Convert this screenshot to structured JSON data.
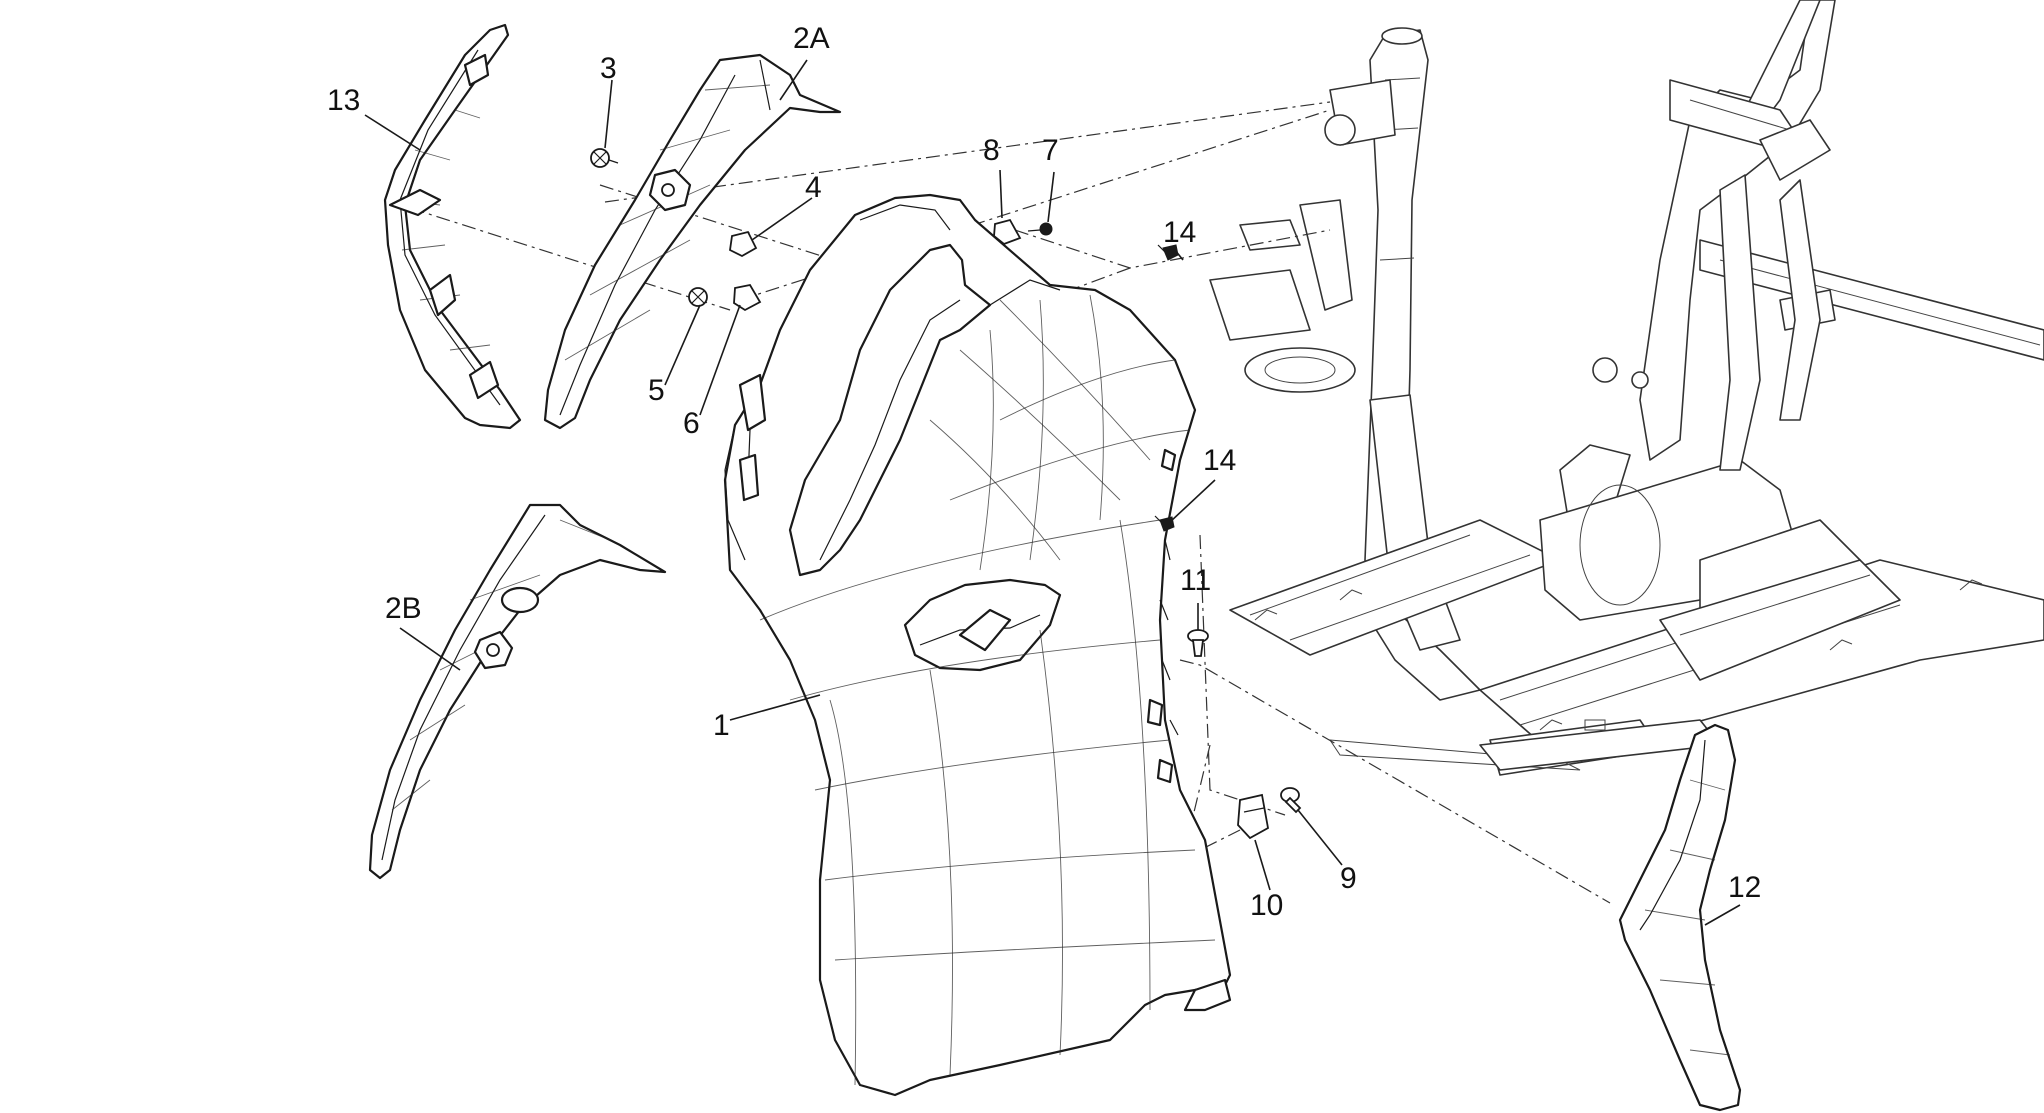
{
  "callouts": {
    "c1": "1",
    "c2a": "2A",
    "c2b": "2B",
    "c3": "3",
    "c4": "4",
    "c5": "5",
    "c6": "6",
    "c7": "7",
    "c8": "8",
    "c9": "9",
    "c10": "10",
    "c11": "11",
    "c12": "12",
    "c13": "13",
    "c14a": "14",
    "c14b": "14"
  }
}
